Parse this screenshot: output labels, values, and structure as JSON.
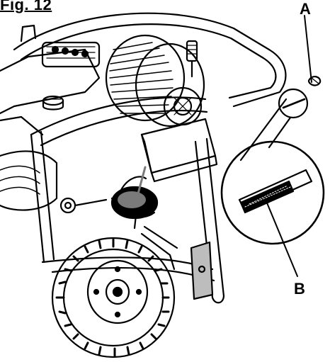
{
  "figure": {
    "title": "Fig. 12",
    "callouts": [
      "A",
      "B"
    ]
  },
  "colors": {
    "ink": "#000000",
    "paper": "#ffffff",
    "shade": "#7a7a7a",
    "light_shade": "#bdbdbd"
  }
}
